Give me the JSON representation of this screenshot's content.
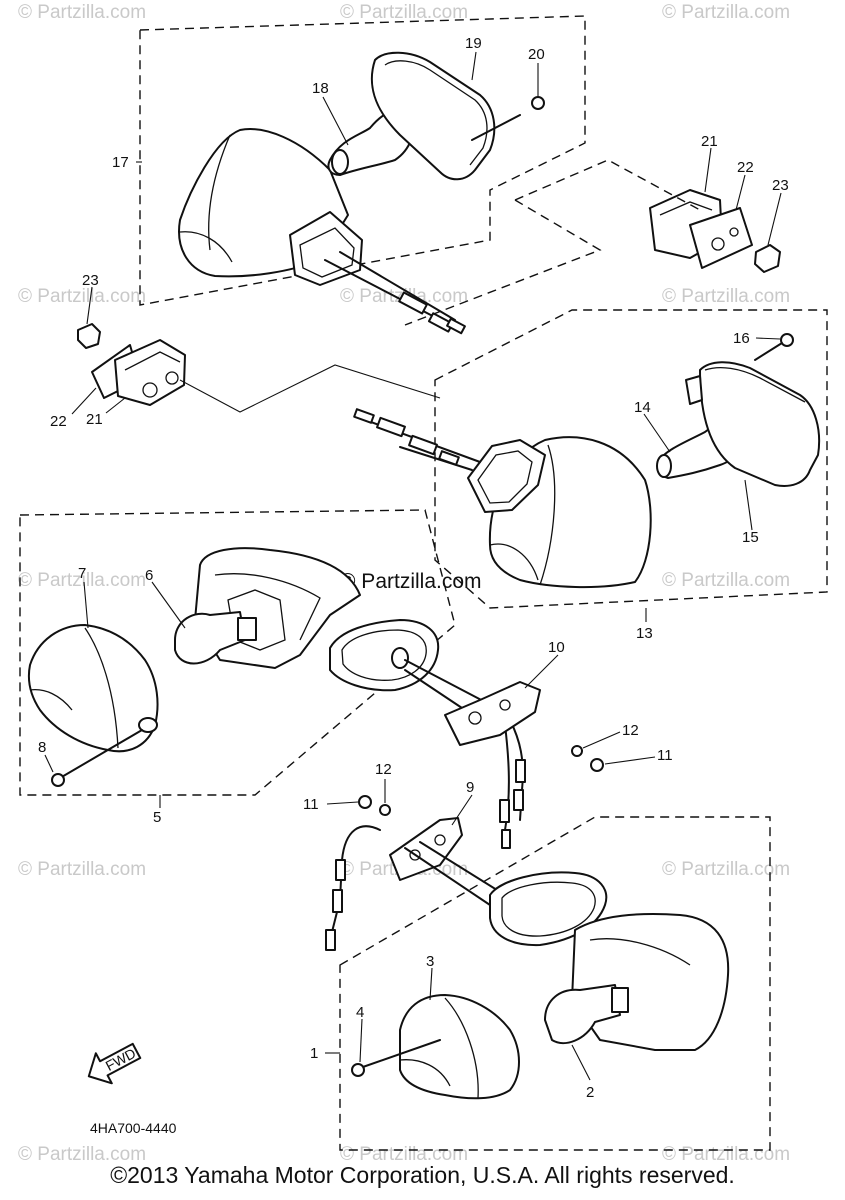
{
  "watermark": "© Partzilla.com",
  "center_watermark": "© Partzilla.com",
  "diagram_code": "4HA700-4440",
  "fwd_label": "FWD",
  "copyright": "©2013 Yamaha Motor Corporation, U.S.A. All rights reserved.",
  "callouts": {
    "c1": "1",
    "c2": "2",
    "c3": "3",
    "c4": "4",
    "c5": "5",
    "c6": "6",
    "c7": "7",
    "c8": "8",
    "c9": "9",
    "c10": "10",
    "c11a": "11",
    "c11b": "11",
    "c12a": "12",
    "c12b": "12",
    "c13": "13",
    "c14": "14",
    "c15": "15",
    "c16": "16",
    "c17": "17",
    "c18": "18",
    "c19": "19",
    "c20": "20",
    "c21a": "21",
    "c21b": "21",
    "c22a": "22",
    "c22b": "22",
    "c23a": "23",
    "c23b": "23"
  }
}
